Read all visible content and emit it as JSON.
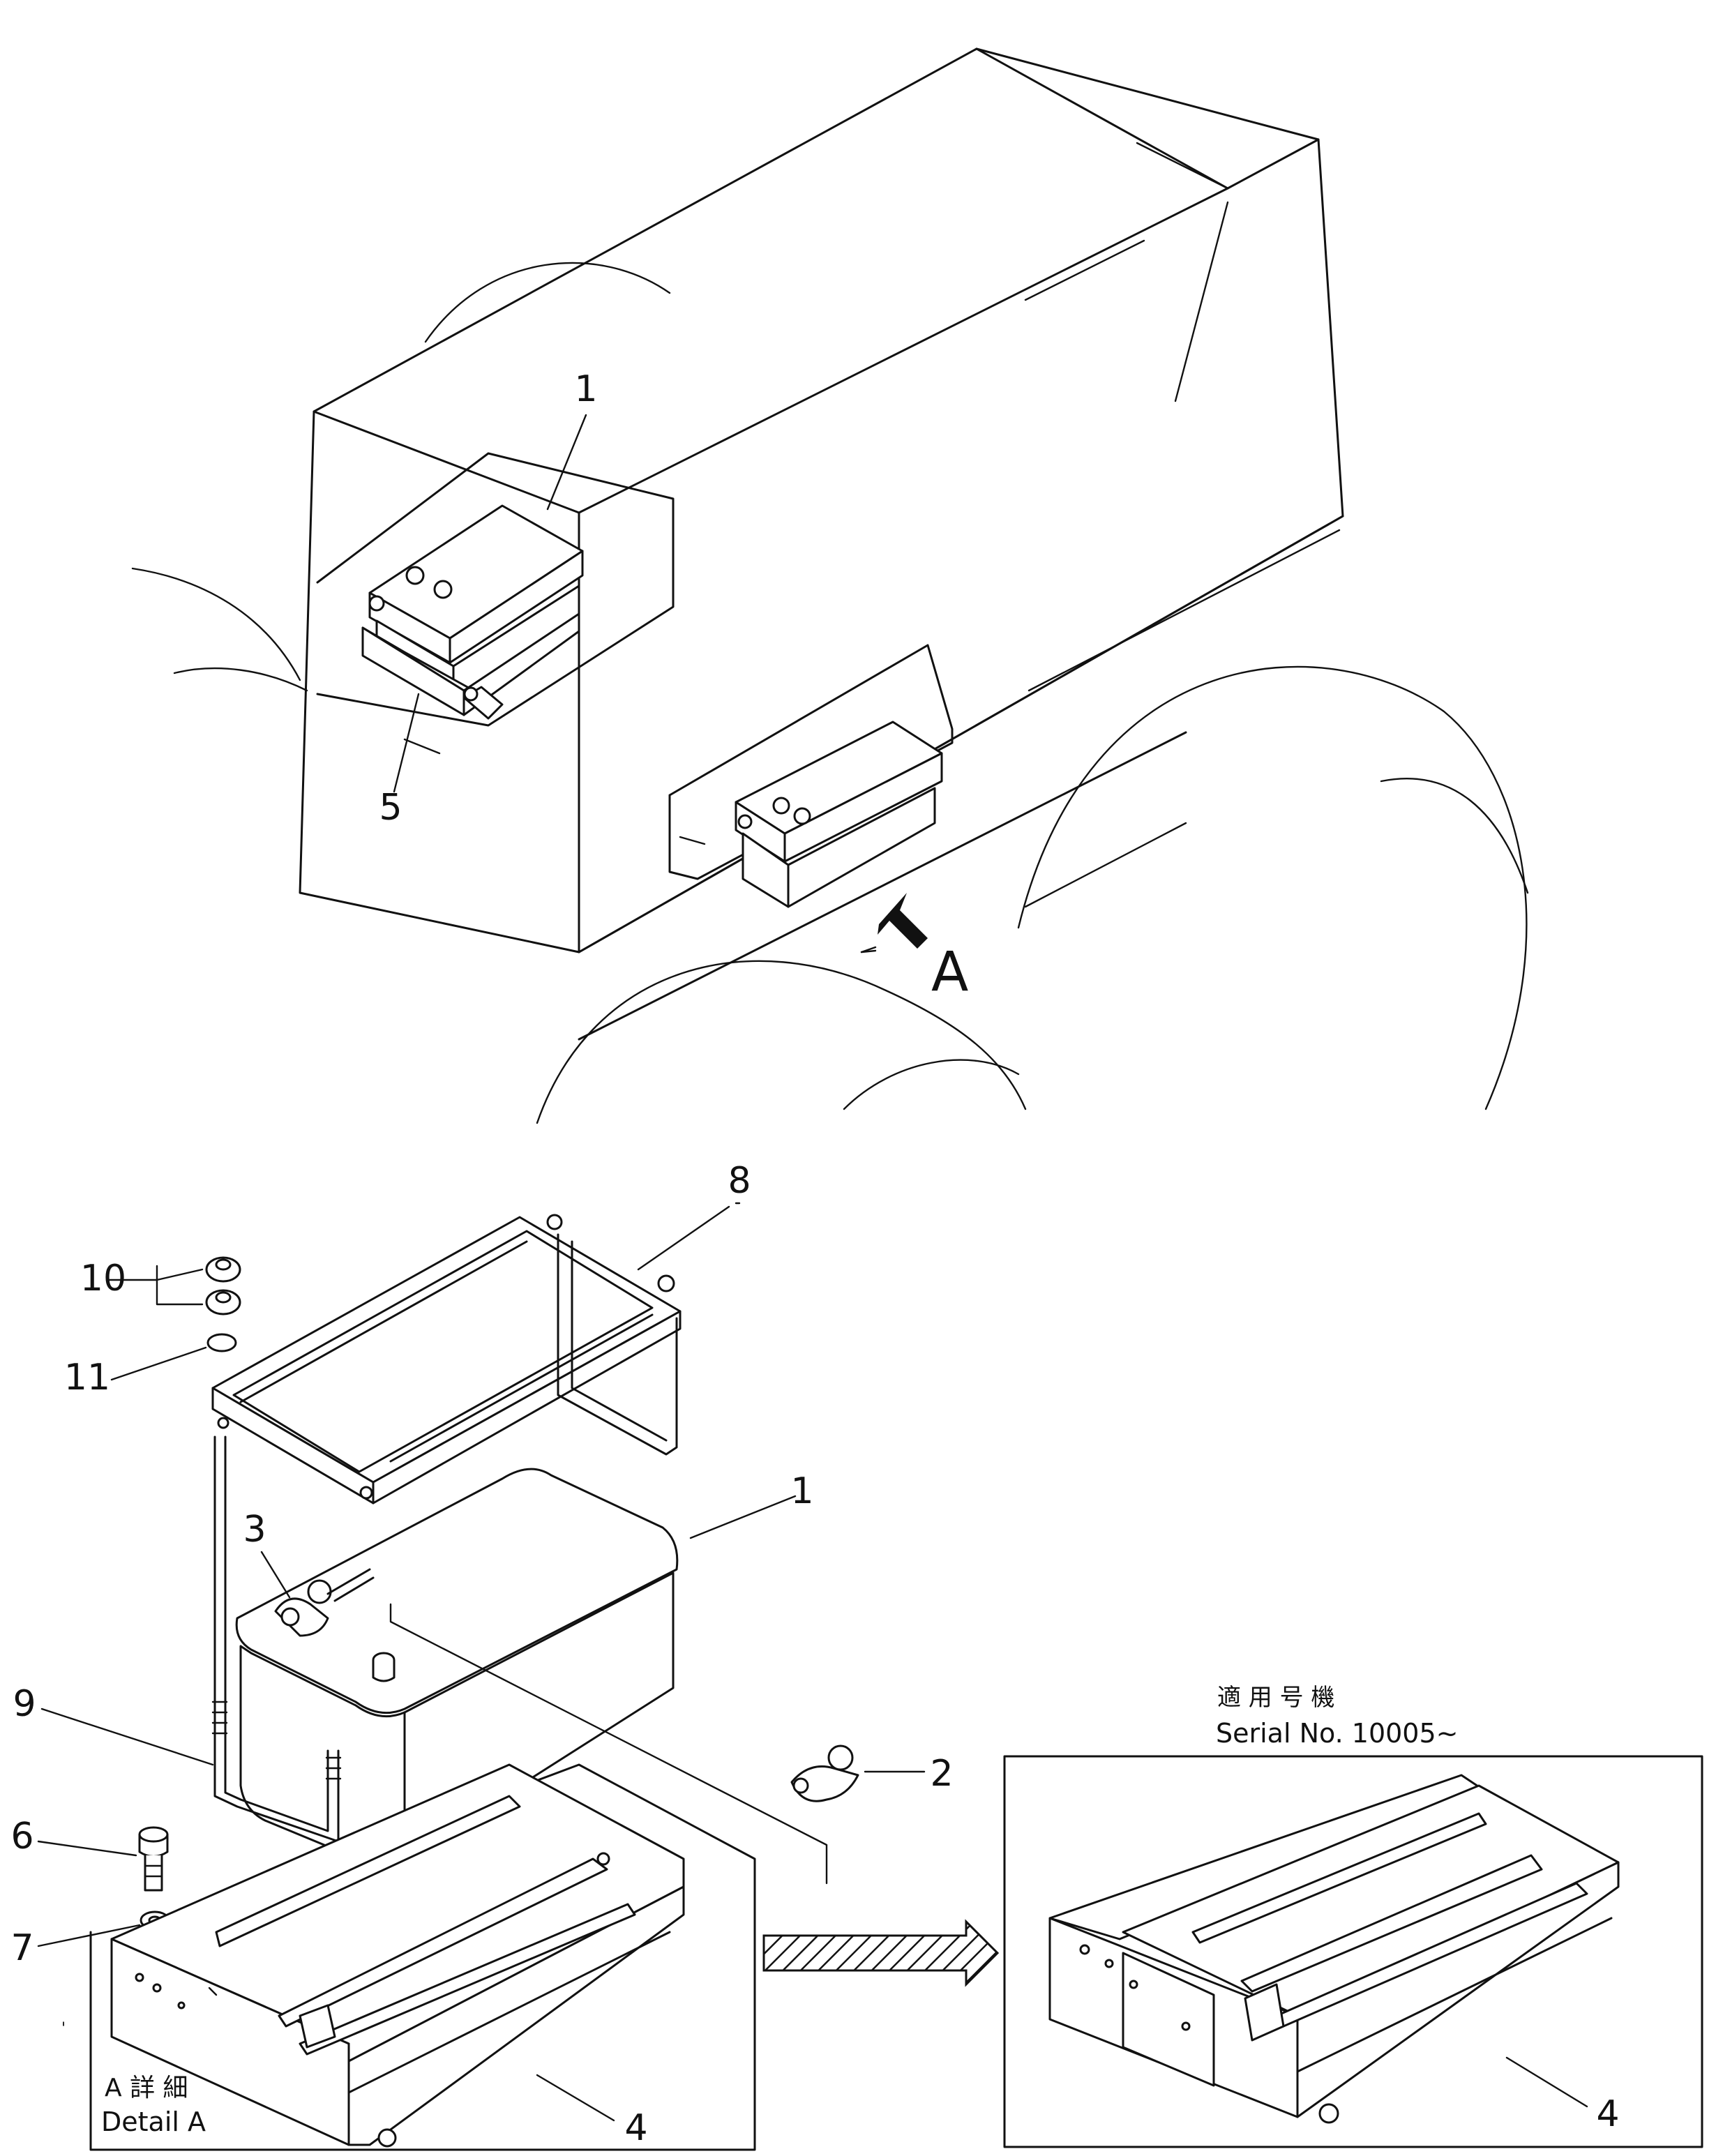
{
  "callouts": {
    "c1_top": "1",
    "c5": "5",
    "view_a": "A",
    "c8": "8",
    "c10": "10",
    "c11": "11",
    "c1_bottom": "1",
    "c3": "3",
    "c2": "2",
    "c9": "9",
    "c6": "6",
    "c7": "7",
    "c4_left": "4",
    "c4_right": "4"
  },
  "detail_caption": {
    "japanese": "A 詳 細",
    "english": "Detail A"
  },
  "serial_note": {
    "japanese": "適 用 号 機",
    "english": "Serial No. 10005~"
  },
  "icons": [
    "arrow-a-icon",
    "hatched-arrow-icon"
  ]
}
